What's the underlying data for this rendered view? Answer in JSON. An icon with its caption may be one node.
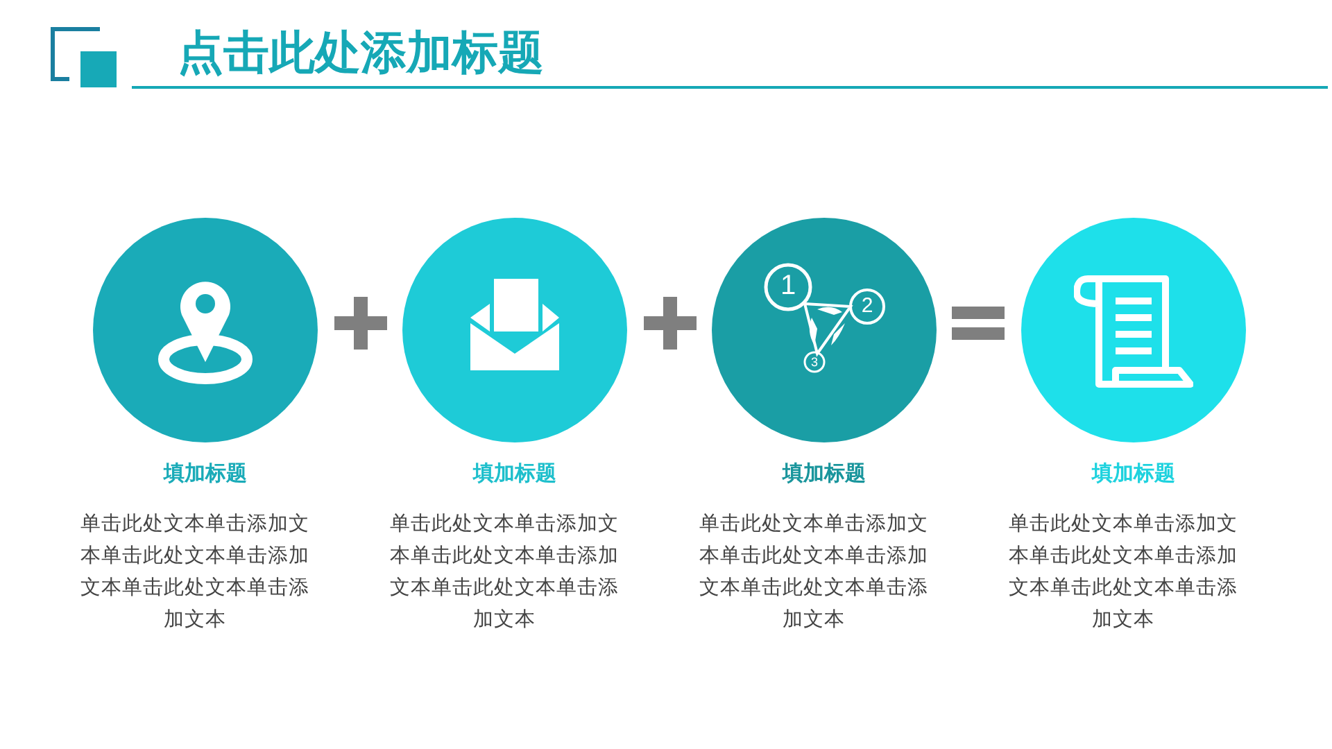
{
  "diagram": {
    "title": "点击此处添加标题",
    "nodes": [
      {
        "text": [
          "填加标题",
          "单击此处文本单击添加文本单击此处文本单击添加文本单击此处文本单击添加文本"
        ]
      },
      {
        "text": [
          "填加标题",
          "单击此处文本单击添加文本单击此处文本单击添加文本单击此处文本单击添加文本"
        ]
      },
      {
        "text": [
          "填加标题",
          "单击此处文本单击添加文本单击此处文本单击添加文本单击此处文本单击添加文本"
        ]
      },
      {
        "text": [
          "填加标题",
          "单击此处文本单击添加文本单击此处文本单击添加文本单击此处文本单击添加文本"
        ]
      }
    ],
    "labels": [
      "1",
      "2",
      "3"
    ]
  }
}
